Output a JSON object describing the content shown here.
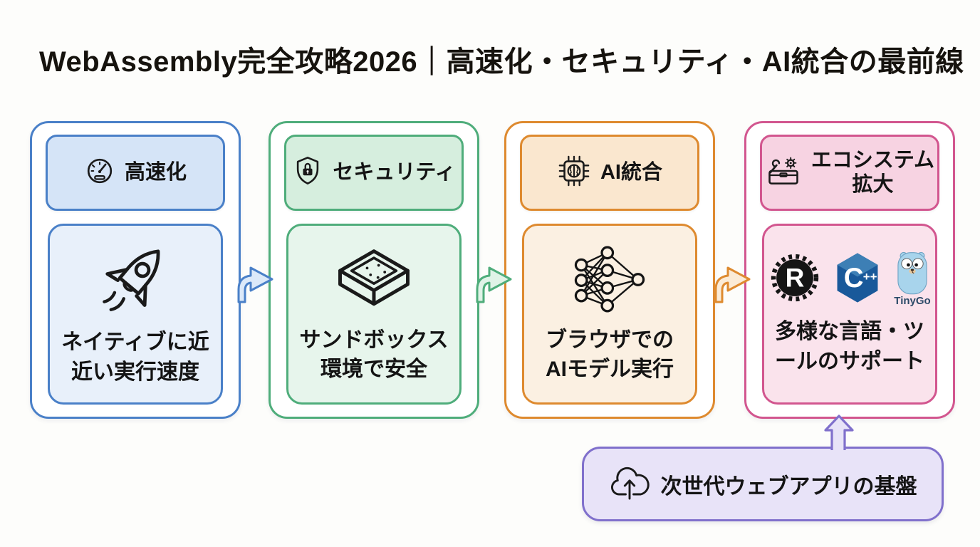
{
  "title": "WebAssembly完全攻略2026｜高速化・セキュリティ・AI統合の最前線",
  "columns": [
    {
      "header": {
        "icon": "gauge-icon",
        "line1": "高速化"
      },
      "body": {
        "icon": "rocket-icon",
        "line1": "ネイティブに近",
        "line2": "近い実行速度"
      },
      "colors": {
        "border": "#4A80C8",
        "header_fill": "#D5E4F7",
        "body_fill": "#E8F0FA"
      }
    },
    {
      "header": {
        "icon": "shield-lock-icon",
        "line1": "セキュリティ"
      },
      "body": {
        "icon": "sandbox-icon",
        "line1": "サンドボックス",
        "line2": "環境で安全"
      },
      "colors": {
        "border": "#4FAD7B",
        "header_fill": "#D6EEDE",
        "body_fill": "#E7F5EC"
      }
    },
    {
      "header": {
        "icon": "chip-brain-icon",
        "line1": "AI統合"
      },
      "body": {
        "icon": "neural-network-icon",
        "line1": "ブラウザでの",
        "line2": "AIモデル実行"
      },
      "colors": {
        "border": "#DE8A2F",
        "header_fill": "#FAE7CF",
        "body_fill": "#FBF0E2"
      }
    },
    {
      "header": {
        "icon": "toolbox-icon",
        "line1": "エコシステム",
        "line2": "拡大"
      },
      "body": {
        "icon": "language-logos",
        "line1": "多様な言語・ツ",
        "line2": "ールのサポート",
        "logos": {
          "rust_letter": "R",
          "cpp_letter": "C",
          "cpp_plus": "++",
          "tinygo_label": "TinyGo"
        }
      },
      "colors": {
        "border": "#D2568F",
        "header_fill": "#F7D3E2",
        "body_fill": "#FAE3EC"
      }
    }
  ],
  "flow_arrows": [
    {
      "stroke": "#4A80C8",
      "fill": "#DCE9F9"
    },
    {
      "stroke": "#4FAD7B",
      "fill": "#E0F3E7"
    },
    {
      "stroke": "#DE8A2F",
      "fill": "#FBEBD6"
    }
  ],
  "footer": {
    "icon": "cloud-upload-icon",
    "label": "次世代ウェブアプリの基盤",
    "colors": {
      "border": "#8070CC",
      "fill": "#E8E3F8",
      "arrow_fill": "#E8E3F8",
      "arrow_stroke": "#8070CC"
    }
  },
  "logo_colors": {
    "rust": "#151515",
    "cpp": "#19599A",
    "cpp_light": "#3D7FB5",
    "tinygo_body": "#A8D4EC",
    "tinygo_text": "#2B4A68"
  }
}
